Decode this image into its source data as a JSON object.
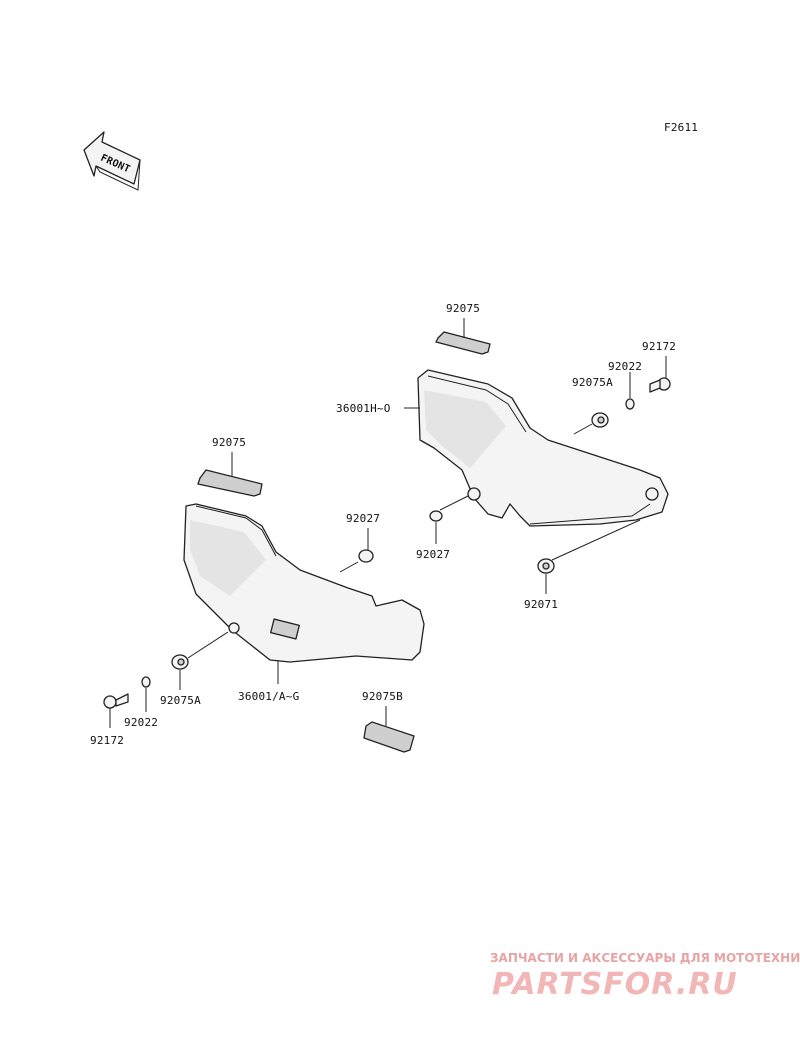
{
  "diagram": {
    "code": "F2611",
    "front_label": "FRONT",
    "labels": {
      "upper_strip": "92075",
      "upper_bolt": "92172",
      "upper_washer": "92022",
      "upper_grommet_a": "92075A",
      "upper_cover": "36001H~O",
      "upper_damper": "92027",
      "upper_grommet": "92071",
      "lower_strip": "92075",
      "lower_damper": "92027",
      "lower_cover": "36001/A~G",
      "lower_grommet_a": "92075A",
      "lower_washer": "92022",
      "lower_bolt": "92172",
      "lower_strip_b": "92075B"
    }
  },
  "watermark": {
    "tagline": "ЗАПЧАСТИ И АКСЕССУАРЫ ДЛЯ МОТОТЕХНИКИ",
    "logo": "PARTSFOR.RU"
  }
}
